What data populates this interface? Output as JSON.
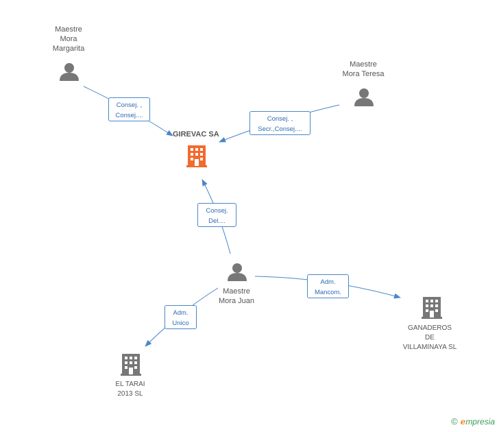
{
  "colors": {
    "edge": "#4a86c8",
    "person_icon": "#777777",
    "company_icon": "#777777",
    "main_company_icon": "#f26a2d"
  },
  "nodes": {
    "margarita": {
      "lines": [
        "Maestre",
        "Mora",
        "Margarita"
      ]
    },
    "teresa": {
      "lines": [
        "Maestre",
        "Mora Teresa"
      ]
    },
    "juan": {
      "lines": [
        "Maestre",
        "Mora Juan"
      ]
    },
    "girevac": {
      "label": "GIREVAC SA"
    },
    "ganaderos": {
      "lines": [
        "GANADEROS",
        "DE",
        "VILLAMINAYA SL"
      ]
    },
    "eltarai": {
      "lines": [
        "EL TARAI",
        "2013  SL"
      ]
    }
  },
  "edges": {
    "margarita_girevac": [
      "Consej. ,",
      "Consej...."
    ],
    "teresa_girevac": [
      "Consej. ,",
      "Secr.,Consej...."
    ],
    "juan_girevac": [
      "Consej.",
      "Del...."
    ],
    "juan_ganaderos": [
      "Adm.",
      "Mancom."
    ],
    "juan_eltarai": [
      "Adm.",
      "Unico"
    ]
  },
  "brand": {
    "copyright": "©",
    "initial": "e",
    "rest": "mpresia"
  }
}
